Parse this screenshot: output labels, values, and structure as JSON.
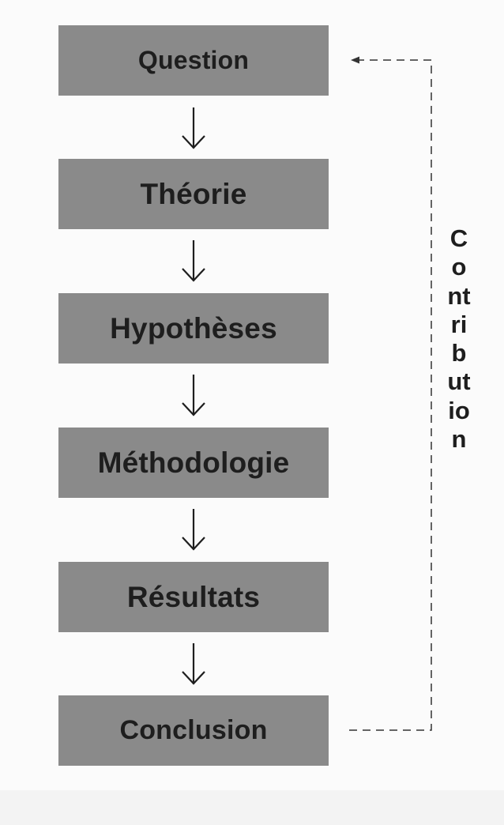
{
  "diagram": {
    "steps": [
      {
        "label": "Question"
      },
      {
        "label": "Théorie"
      },
      {
        "label": "Hypothèses"
      },
      {
        "label": "Méthodologie"
      },
      {
        "label": "Résultats"
      },
      {
        "label": "Conclusion"
      }
    ],
    "feedback_label": "Contribution"
  },
  "colors": {
    "box_fill": "#8a8a8a",
    "text": "#1e1e1e",
    "background": "#fbfbfb",
    "connector": "#333333"
  },
  "icons": {
    "step_arrow": "arrow-down-icon",
    "feedback_arrow": "arrow-left-icon"
  }
}
